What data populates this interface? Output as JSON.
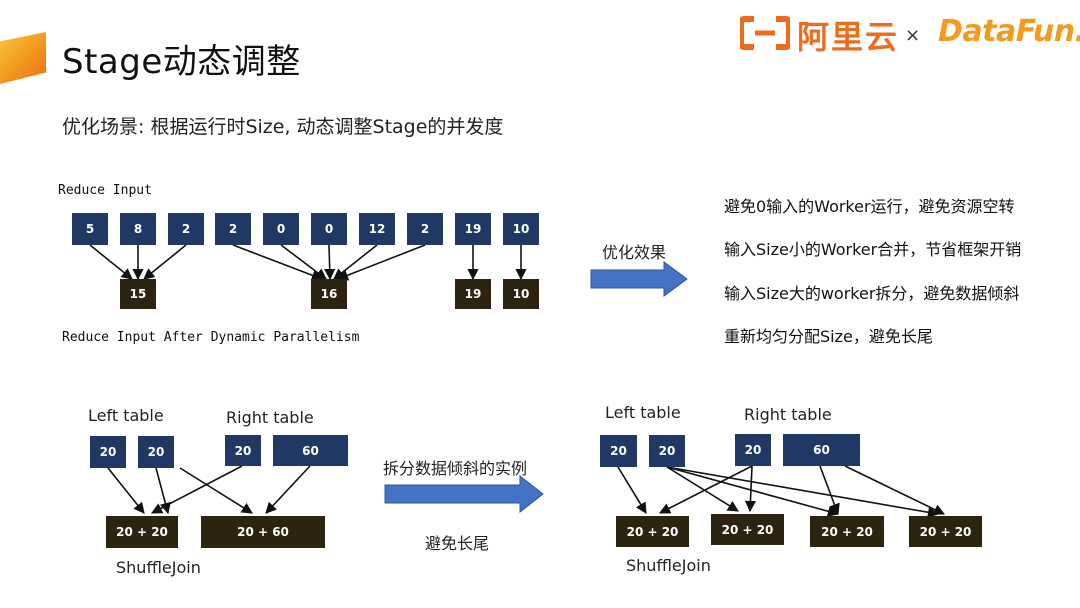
{
  "title": "Stage动态调整",
  "logos": {
    "alibaba_cloud": "阿里云",
    "cross": "×",
    "datafun": "DataFun."
  },
  "subtitle": "优化场景: 根据运行时Size, 动态调整Stage的并发度",
  "reduce": {
    "input_label": "Reduce Input",
    "inputs": [
      "5",
      "8",
      "2",
      "2",
      "0",
      "0",
      "12",
      "2",
      "19",
      "10"
    ],
    "outputs": [
      "15",
      "16",
      "19",
      "10"
    ],
    "after_label": "Reduce Input After Dynamic Parallelism"
  },
  "optimize_arrow_label": "优化效果",
  "effects": [
    "避免0输入的Worker运行，避免资源空转",
    "输入Size小的Worker合并，节省框架开销",
    "输入Size大的worker拆分，避免数据倾斜",
    "重新均匀分配Size，避免长尾"
  ],
  "join_left": {
    "left_table_label": "Left table",
    "right_table_label": "Right table",
    "left_values": [
      "20",
      "20"
    ],
    "right_values": [
      "20",
      "60"
    ],
    "outputs": [
      "20 + 20",
      "20 + 60"
    ],
    "join_label": "ShuffleJoin"
  },
  "split_arrow_label": "拆分数据倾斜的实例",
  "split_arrow_sublabel": "避免长尾",
  "join_right": {
    "left_table_label": "Left table",
    "right_table_label": "Right table",
    "left_values": [
      "20",
      "20"
    ],
    "right_values": [
      "20",
      "60"
    ],
    "outputs": [
      "20 + 20",
      "20 + 20",
      "20 + 20",
      "20 + 20"
    ],
    "join_label": "ShuffleJoin"
  },
  "colors": {
    "input_box": "#1f3864",
    "output_box": "#2c2410",
    "arrow_fill": "#4472c4",
    "brand_orange": "#f06a1c"
  }
}
